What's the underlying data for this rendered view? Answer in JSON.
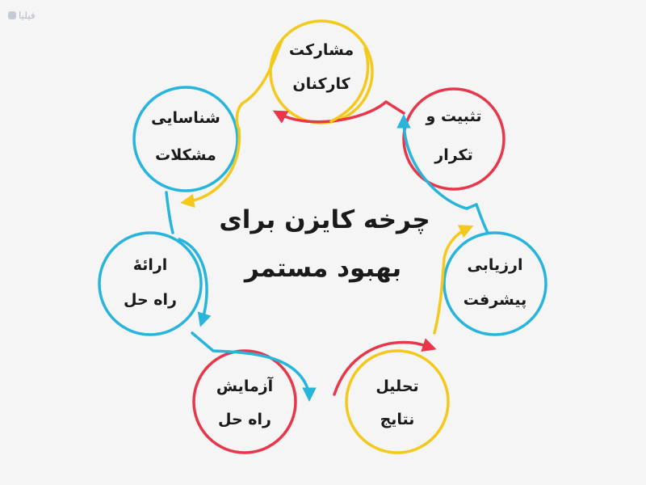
{
  "brand": {
    "logo_text": "فیلیا"
  },
  "center": {
    "line1": "چرخه کایزن برای",
    "line2": "بهبود مستمر"
  },
  "colors": {
    "background": "#f5f5f5",
    "yellow": "#f5c91c",
    "red": "#e8364a",
    "blue": "#27b5dc",
    "text": "#1a1a1a"
  },
  "nodes": [
    {
      "id": "participation",
      "line1": "مشارکت",
      "line2": "کارکنان",
      "color": "yellow"
    },
    {
      "id": "standardize",
      "line1": "تثبیت و",
      "line2": "تکرار",
      "color": "red"
    },
    {
      "id": "evaluate",
      "line1": "ارزیابی",
      "line2": "پیشرفت",
      "color": "blue"
    },
    {
      "id": "analyze",
      "line1": "تحلیل",
      "line2": "نتایج",
      "color": "yellow"
    },
    {
      "id": "test",
      "line1": "آزمایش",
      "line2": "راه حل",
      "color": "red"
    },
    {
      "id": "present",
      "line1": "ارائهٔ",
      "line2": "راه حل",
      "color": "blue"
    },
    {
      "id": "identify",
      "line1": "شناسایی",
      "line2": "مشکلات",
      "color": "blue"
    }
  ]
}
